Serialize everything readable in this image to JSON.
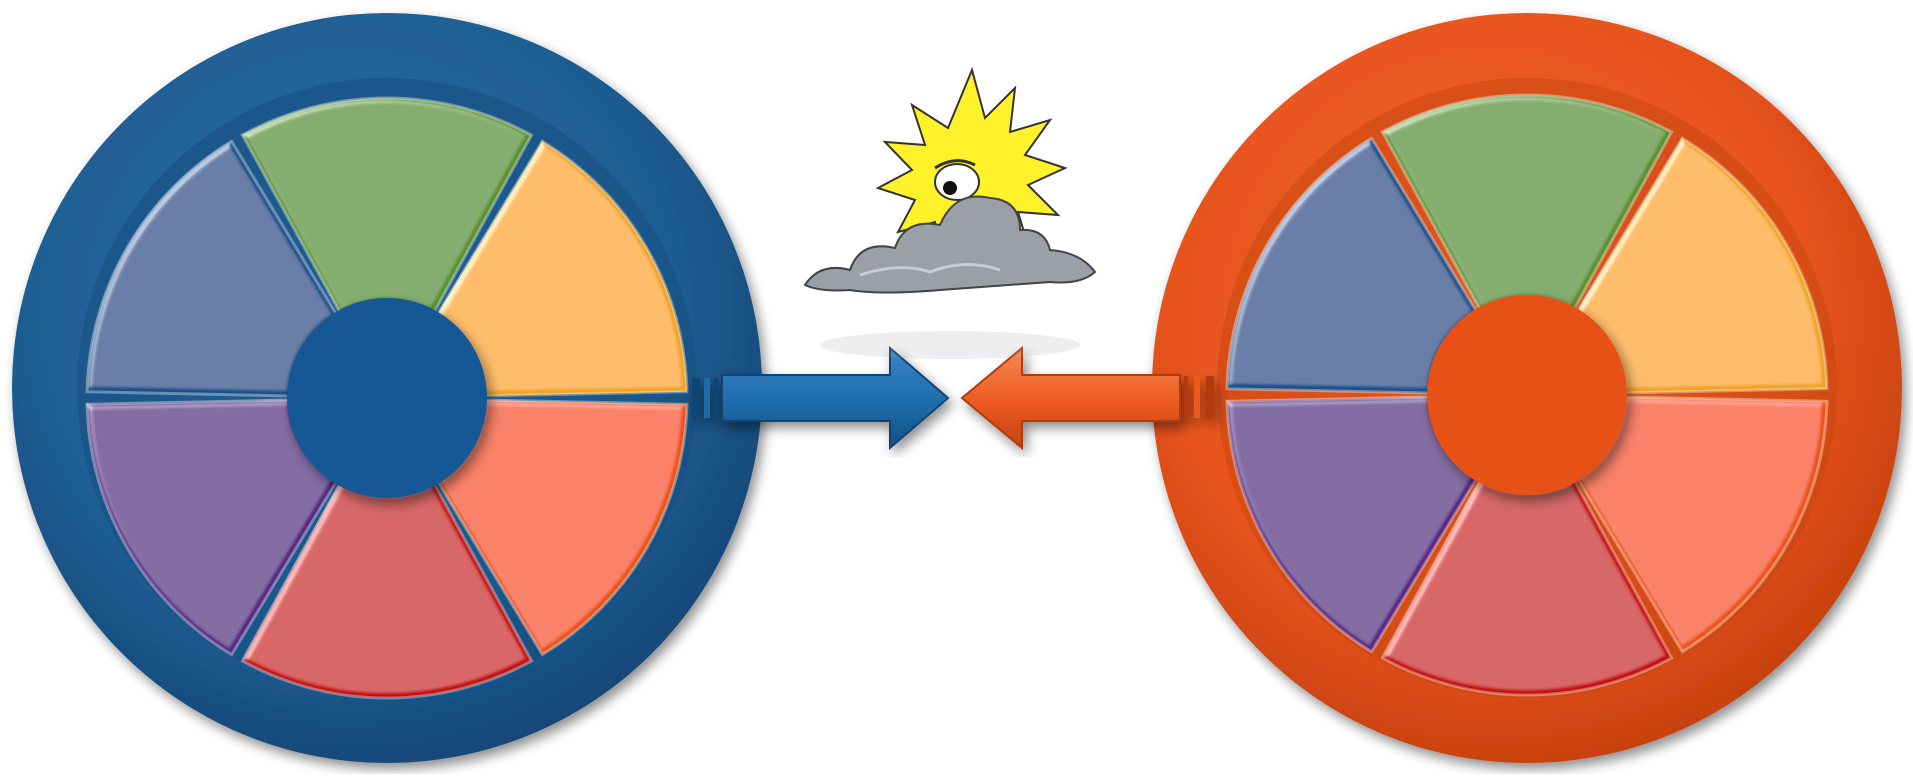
{
  "colors": {
    "background": "#ffffff",
    "left_ring": "#1f5f94",
    "left_hub": "#145995",
    "right_ring": "#e8541e",
    "right_hub": "#e85119",
    "segment_blue": "#134f8a",
    "segment_green": "#5c922d",
    "segment_orange_yellow": "#f0a422",
    "segment_orange": "#ea5518",
    "segment_red": "#c50c0e",
    "segment_purple": "#582584",
    "sun_yellow": "#fff22a",
    "cloud_gray": "#9aa0a6",
    "arrow_blue": "#1e6cab",
    "arrow_orange": "#ec5a20"
  },
  "wheels": [
    {
      "name": "left-wheel",
      "ring_color": "#1f5f94",
      "hub_color": "#145995",
      "segments": [
        "blue",
        "green",
        "orange-yellow",
        "orange",
        "red",
        "purple"
      ]
    },
    {
      "name": "right-wheel",
      "ring_color": "#e8541e",
      "hub_color": "#e85119",
      "segments": [
        "blue",
        "green",
        "orange-yellow",
        "orange",
        "red",
        "purple"
      ]
    }
  ],
  "arrows": [
    {
      "name": "blue-arrow",
      "direction": "right",
      "color": "#1e6cab"
    },
    {
      "name": "orange-arrow",
      "direction": "left",
      "color": "#ec5a20"
    }
  ],
  "icon": {
    "name": "storm-sun-cloud-icon"
  }
}
